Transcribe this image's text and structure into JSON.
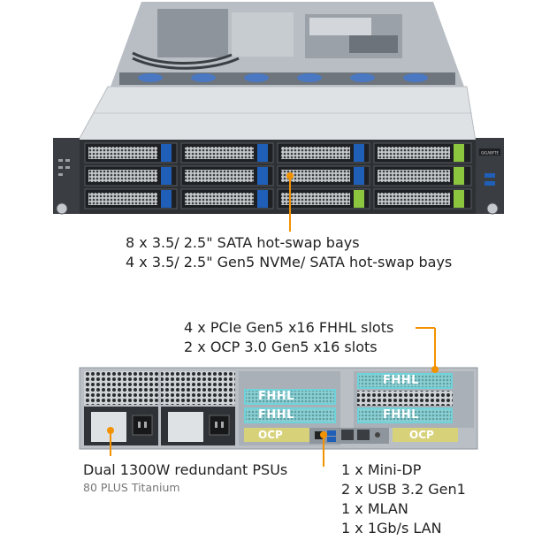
{
  "front": {
    "callout_lines": [
      "8 x 3.5/ 2.5\" SATA hot-swap bays",
      "4 x 3.5/ 2.5\" Gen5 NVMe/ SATA hot-swap bays"
    ],
    "brand_badge": "GIGABYTE"
  },
  "rear": {
    "pcie_lines": [
      "4 x PCIe Gen5 x16 FHHL slots",
      "2 x OCP 3.0 Gen5 x16 slots"
    ],
    "psu": {
      "title": "Dual 1300W redundant PSUs",
      "subtitle": "80 PLUS Titanium"
    },
    "io_lines": [
      "1 x Mini-DP",
      "2 x USB 3.2 Gen1",
      "1 x MLAN",
      "1 x 1Gb/s LAN"
    ],
    "slot_labels": {
      "fhhl": "FHHL",
      "ocp": "OCP"
    }
  },
  "colors": {
    "accent_orange": "#f39200",
    "slot_cyan": "#6fd3d9",
    "ocp_yellow": "#d7d27a",
    "drive_blue": "#1f5fb8",
    "drive_green": "#8cc63f",
    "chassis_gray": "#9aa2aa"
  }
}
